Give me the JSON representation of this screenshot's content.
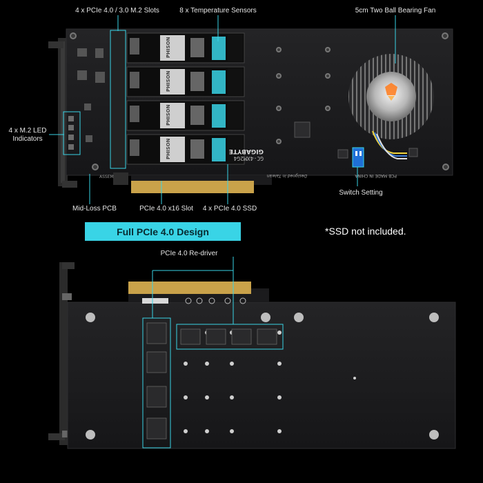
{
  "annotations": {
    "slots": "4 x PCIe 4.0 / 3.0 M.2 Slots",
    "temp_sensors": "8 x Temperature Sensors",
    "fan": "5cm Two Ball Bearing Fan",
    "led_indicators_line1": "4 x M.2 LED",
    "led_indicators_line2": "Indicators",
    "switch": "Switch Setting",
    "pcb": "Mid-Loss PCB",
    "pcie_slot": "PCIe 4.0 x16 Slot",
    "ssd": "4 x PCIe 4.0 SSD",
    "redriver": "PCIe 4.0 Re-driver"
  },
  "banner": "Full PCIe 4.0 Design",
  "note": "*SSD not included.",
  "board_text": {
    "brand": "GIGABYTE",
    "model": "GC-4XM2G4",
    "designed": "Designed in Taiwan",
    "made": "PCB MADE IN CHINA",
    "ssd_brand": "PHISON",
    "assem": "ASSEM"
  },
  "colors": {
    "accent": "#39d4e6",
    "pcb": "#1b1b1d",
    "gold": "#c9a24a"
  }
}
